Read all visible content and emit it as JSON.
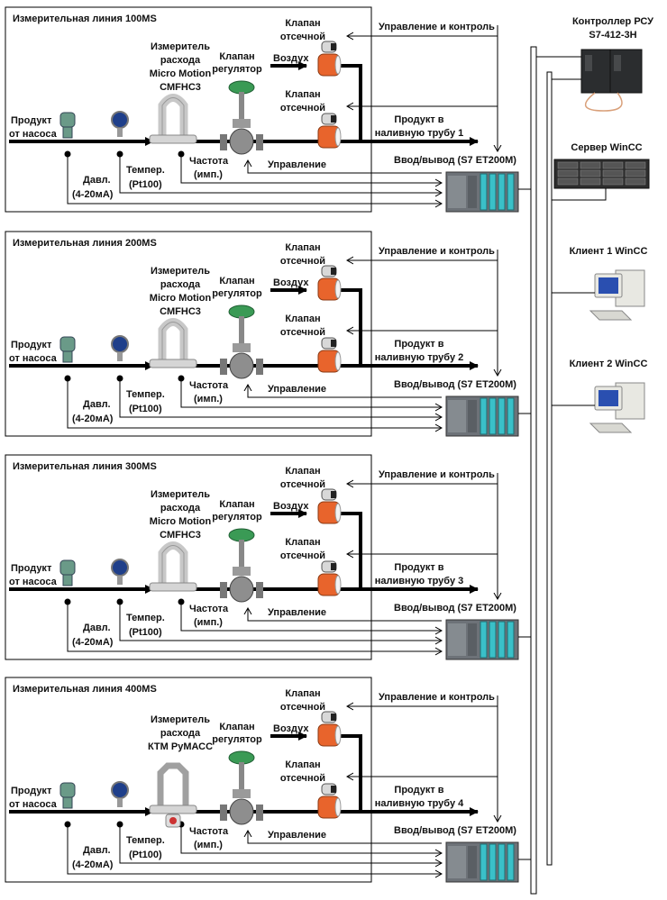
{
  "blocks": [
    {
      "title": "Измерительная линия 100MS",
      "meter": [
        "Измеритель",
        "расхода",
        "Micro Motion",
        "CMFHC3"
      ],
      "outlet": [
        "Продукт в",
        "наливную трубу 1"
      ],
      "meter_type": "coriolis-u"
    },
    {
      "title": "Измерительная линия 200MS",
      "meter": [
        "Измеритель",
        "расхода",
        "Micro Motion",
        "CMFHC3"
      ],
      "outlet": [
        "Продукт в",
        "наливную трубу 2"
      ],
      "meter_type": "coriolis-u"
    },
    {
      "title": "Измерительная линия 300MS",
      "meter": [
        "Измеритель",
        "расхода",
        "Micro Motion",
        "CMFHC3"
      ],
      "outlet": [
        "Продукт в",
        "наливную трубу 3"
      ],
      "meter_type": "coriolis-u"
    },
    {
      "title": "Измерительная линия 400MS",
      "meter": [
        "Измеритель",
        "расхода",
        "КТМ РуМАСС"
      ],
      "outlet": [
        "Продукт в",
        "наливную трубу 4"
      ],
      "meter_type": "coriolis-double"
    }
  ],
  "common_labels": {
    "product_in": [
      "Продукт",
      "от насоса"
    ],
    "control_valve": [
      "Клапан",
      "регулятор"
    ],
    "air": "Воздух",
    "shutoff_valve": [
      "Клапан",
      "отсечной"
    ],
    "control_and_monitoring": "Управление и контроль",
    "frequency": [
      "Частота",
      "(имп.)"
    ],
    "control": "Управление",
    "temperature": [
      "Темпер.",
      "(Pt100)"
    ],
    "pressure": [
      "Давл.",
      "(4-20мА)"
    ],
    "io": "Ввод/вывод (S7 ET200M)"
  },
  "system": {
    "controller": [
      "Контроллер РСУ",
      "S7-412-3H"
    ],
    "server": "Сервер WinCC",
    "client1": "Клиент 1 WinCC",
    "client2": "Клиент 2 WinCC"
  },
  "colors": {
    "valve_body": "#e8642c",
    "actuator_green": "#3a9a55",
    "io_module": "#3ac0c8",
    "line": "#000000"
  }
}
